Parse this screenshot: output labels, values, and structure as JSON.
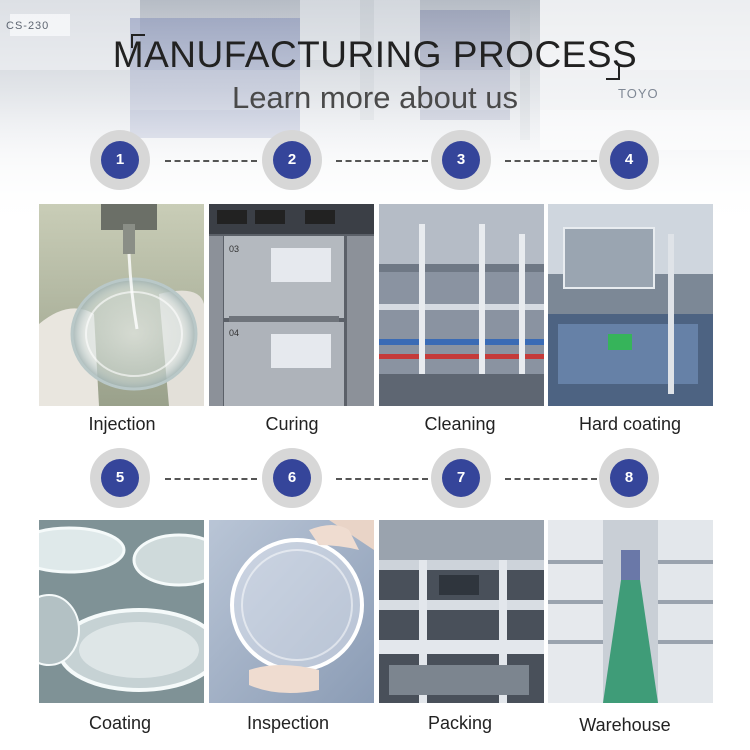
{
  "title": "MANUFACTURING  PROCESS",
  "subtitle": "Learn more about us",
  "background_labels": {
    "left_sign": "CS-230",
    "machine_brand": "TOYO"
  },
  "colors": {
    "step_fill": "#35459a",
    "step_ring": "#d7d7d7",
    "text": "#222222"
  },
  "steps": [
    {
      "number": "1",
      "label": "Injection"
    },
    {
      "number": "2",
      "label": "Curing"
    },
    {
      "number": "3",
      "label": "Cleaning"
    },
    {
      "number": "4",
      "label": "Hard coating"
    },
    {
      "number": "5",
      "label": "Coating"
    },
    {
      "number": "6",
      "label": "Inspection"
    },
    {
      "number": "7",
      "label": "Packing"
    },
    {
      "number": "8",
      "label": "Warehouse"
    }
  ],
  "curing_photo": {
    "door_labels": [
      "03",
      "04"
    ]
  }
}
